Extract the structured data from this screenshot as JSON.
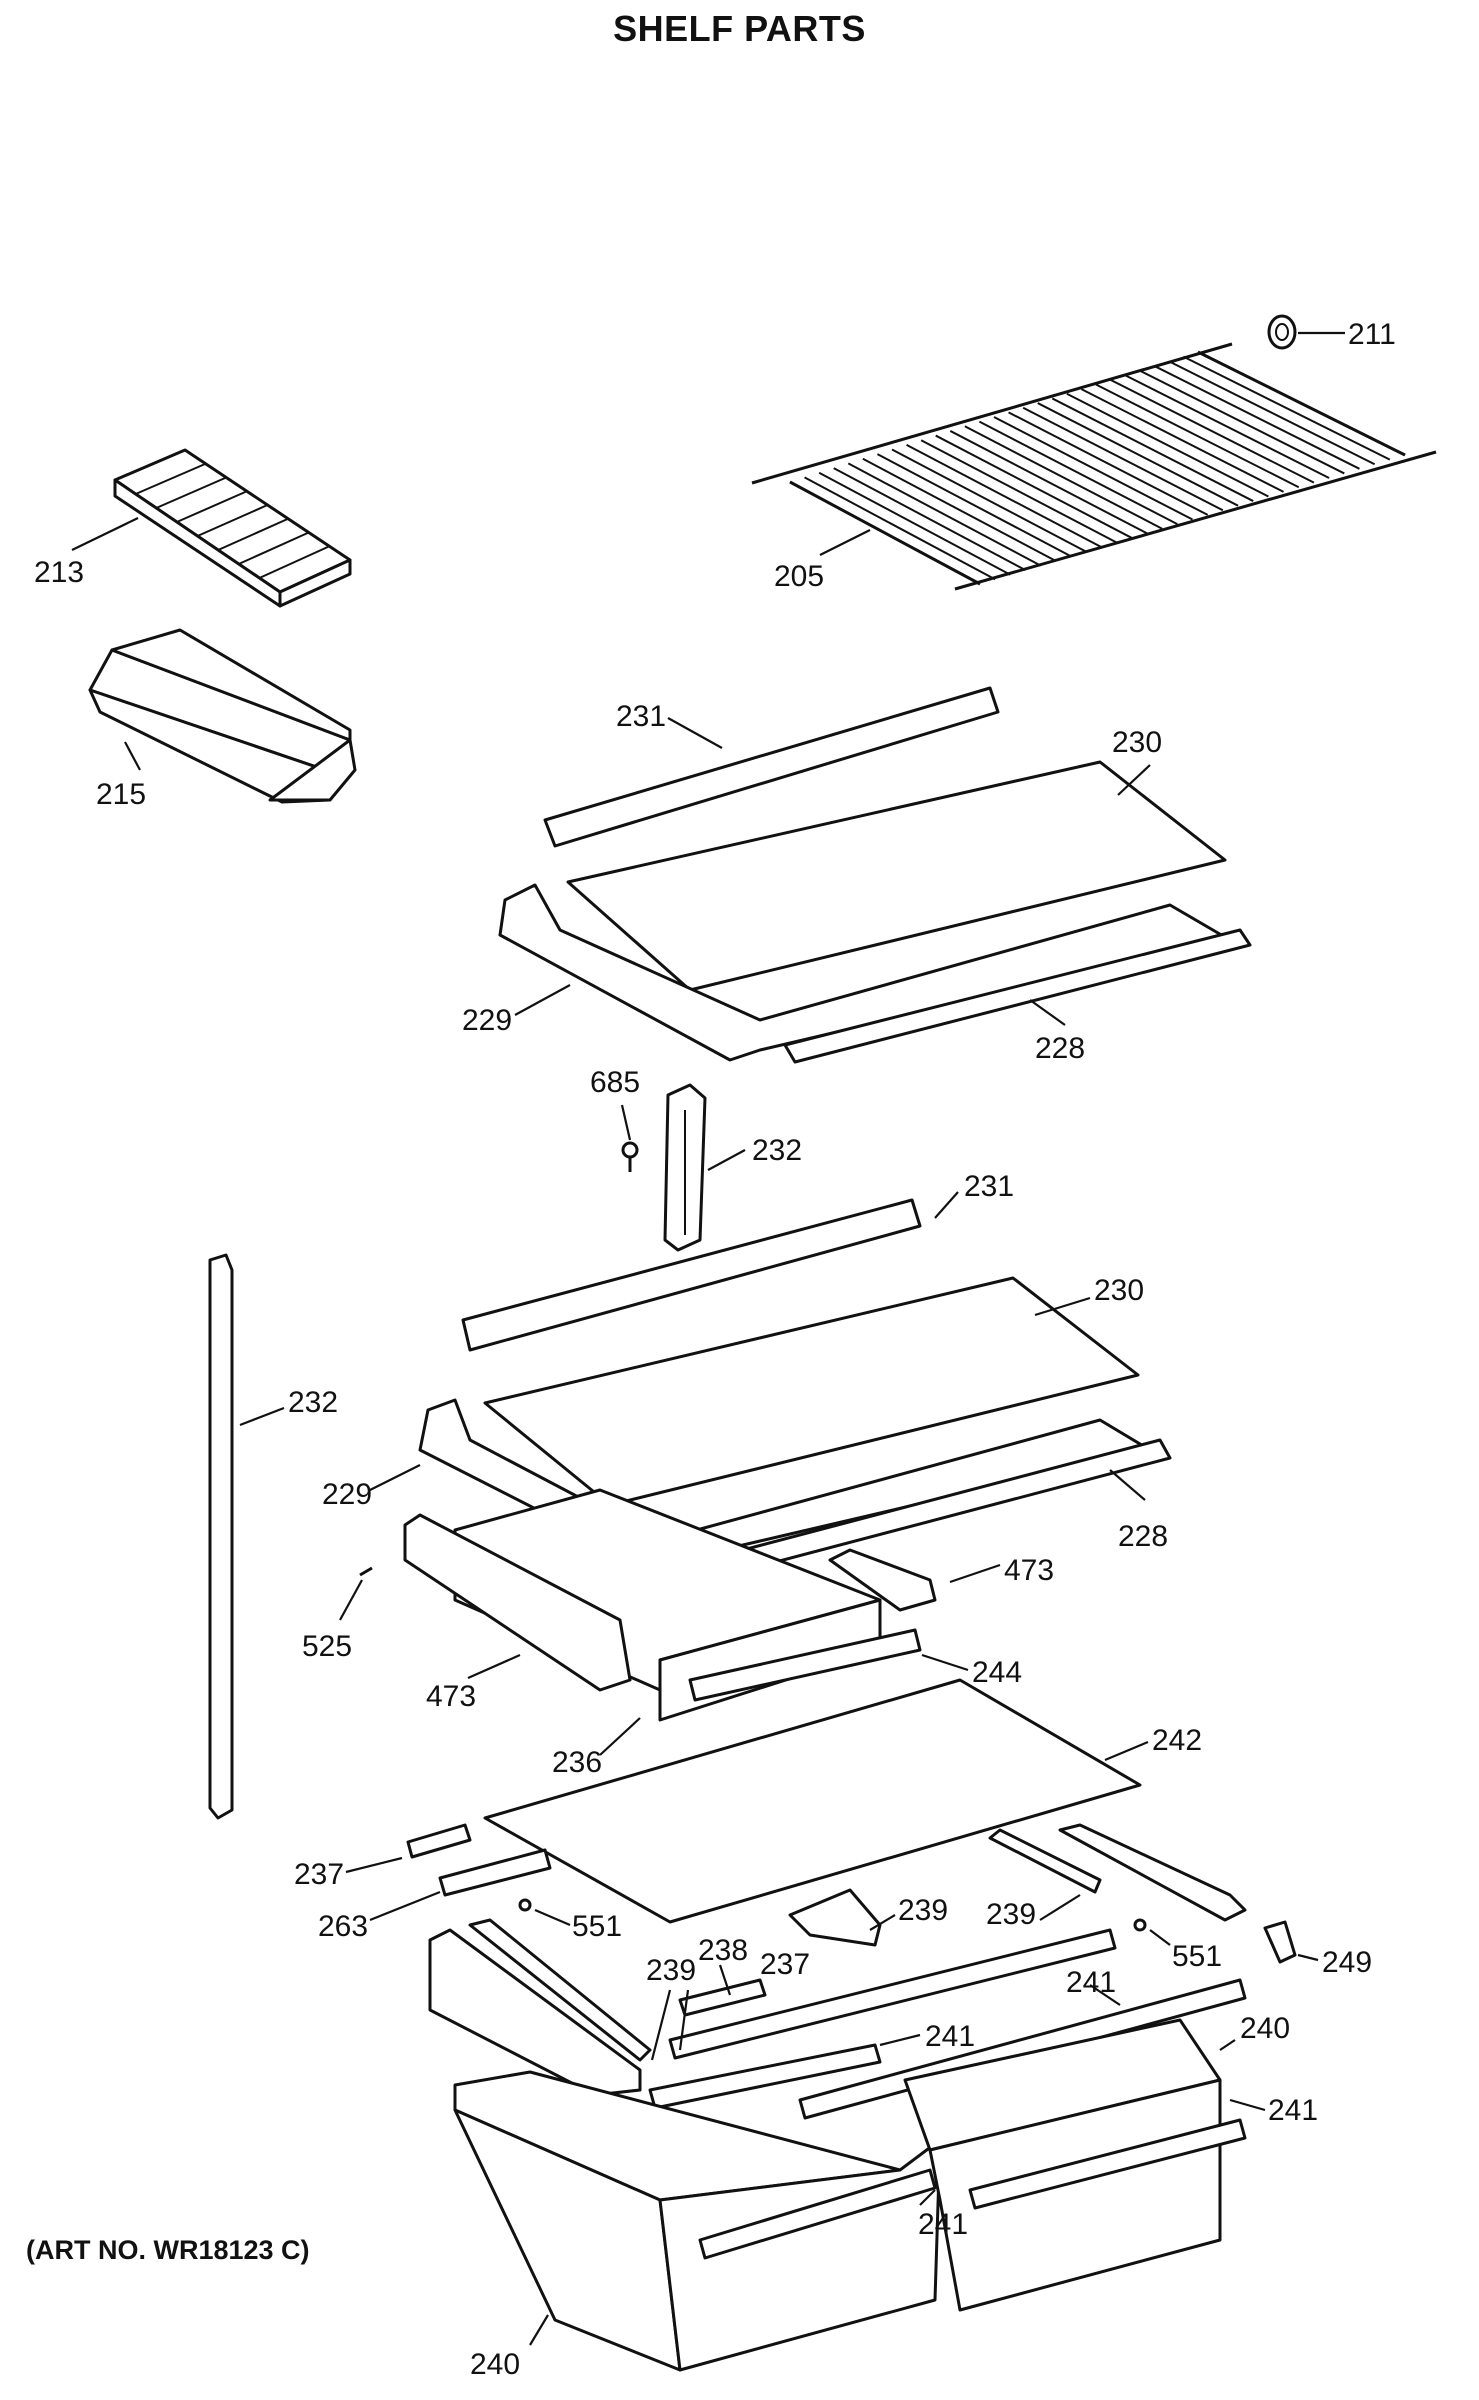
{
  "title": "SHELF PARTS",
  "art_number": "(ART NO. WR18123 C)",
  "callouts": {
    "c211": "211",
    "c213": "213",
    "c205": "205",
    "c215": "215",
    "c231a": "231",
    "c230a": "230",
    "c229a": "229",
    "c228a": "228",
    "c685": "685",
    "c232a": "232",
    "c231b": "231",
    "c230b": "230",
    "c232b": "232",
    "c229b": "229",
    "c228b": "228",
    "c473a": "473",
    "c525": "525",
    "c473b": "473",
    "c244": "244",
    "c236": "236",
    "c242": "242",
    "c237a": "237",
    "c263": "263",
    "c551a": "551",
    "c238": "238",
    "c239a": "239",
    "c239b": "239",
    "c237b": "237",
    "c239c": "239",
    "c551b": "551",
    "c249": "249",
    "c241a": "241",
    "c241b": "241",
    "c240a": "240",
    "c241c": "241",
    "c241d": "241",
    "c240b": "240"
  }
}
